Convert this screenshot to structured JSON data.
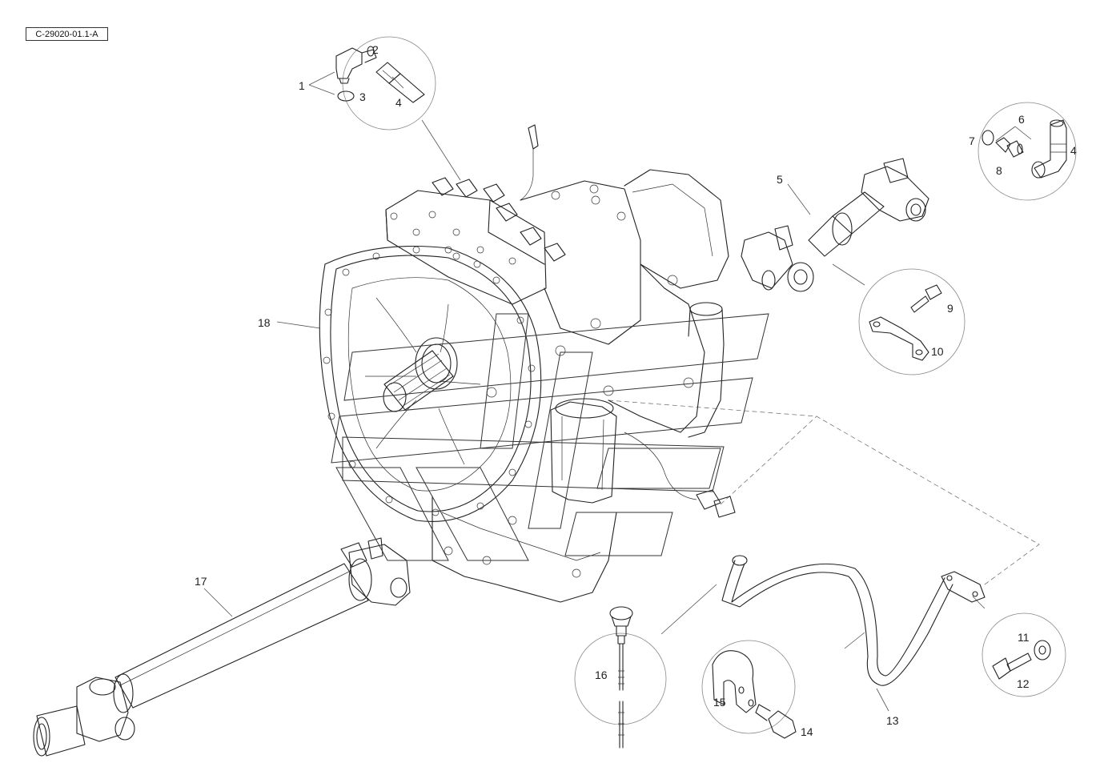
{
  "drawing_code": "C-29020-01.1-A",
  "callouts": {
    "c1": "1",
    "c2": "2",
    "c3": "3",
    "c4a": "4",
    "c4b": "4",
    "c5": "5",
    "c6": "6",
    "c7": "7",
    "c8": "8",
    "c9": "9",
    "c10": "10",
    "c11": "11",
    "c12": "12",
    "c13": "13",
    "c14": "14",
    "c15": "15",
    "c16": "16",
    "c17": "17",
    "c18": "18"
  }
}
